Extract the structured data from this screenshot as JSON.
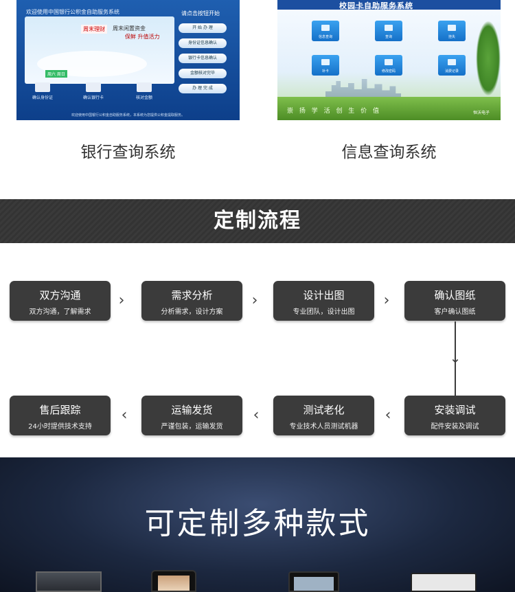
{
  "screens": [
    {
      "caption": "银行查询系统",
      "header": "欢迎使用中国银行公积金自助服务系统",
      "promo_tag": "周末理财",
      "promo_line1": "周末闲置资金",
      "promo_line2": "保鲜 升值活力",
      "stamp": "周六 周日",
      "panel_title": "请点击按钮开始",
      "buttons": [
        "开 始 办 理",
        "身份证信息确认",
        "银行卡信息确认",
        "金额核对完毕",
        "办 理 完 成"
      ],
      "steps": [
        "确认身份证",
        "确认银行卡",
        "核对金额"
      ],
      "footer": "欢迎使用中国银行公积金自助服务系统，本系统为您提供公积金提取服务。"
    },
    {
      "caption": "信息查询系统",
      "title": "校园卡自助服务系统",
      "subtitle": "Campus Card Self-service System",
      "tiles": [
        "信息查询",
        "查询",
        "挂失",
        "补卡",
        "修改密码",
        "消费记录"
      ],
      "slogan": "崇 扬 学 活   创 生 价 值",
      "brand": "恒沃电子"
    }
  ],
  "process": {
    "title": "定制流程",
    "steps": [
      {
        "title": "双方沟通",
        "desc": "双方沟通，了解需求"
      },
      {
        "title": "需求分析",
        "desc": "分析需求，设计方案"
      },
      {
        "title": "设计出图",
        "desc": "专业团队，设计出图"
      },
      {
        "title": "确认图纸",
        "desc": "客户确认图纸"
      },
      {
        "title": "安装调试",
        "desc": "配件安装及调试"
      },
      {
        "title": "测试老化",
        "desc": "专业技术人员测试机器"
      },
      {
        "title": "运输发货",
        "desc": "严谨包装，运输发货"
      },
      {
        "title": "售后跟踪",
        "desc": "24小时提供技术支持"
      }
    ]
  },
  "banner": {
    "title": "可定制多种款式"
  },
  "colors": {
    "step_bg": "#3b3b3b",
    "header_bg": "#353535",
    "banner_bg": "#1c2840"
  }
}
